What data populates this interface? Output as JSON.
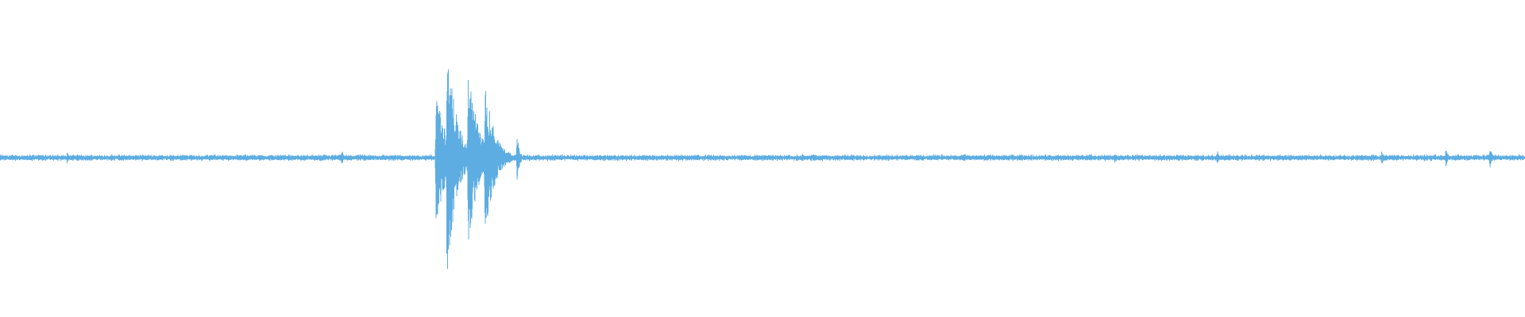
{
  "waveform": {
    "color": "#5DADE2",
    "background": "#FFFFFF",
    "duration_fraction_note_free": true,
    "noise_floor_amplitude": 0.02,
    "bursts": [
      {
        "position": 0.044,
        "amplitude": 0.05
      },
      {
        "position": 0.224,
        "amplitude": 0.07
      },
      {
        "position": 0.286,
        "amplitude": 0.62
      },
      {
        "position": 0.293,
        "amplitude": 1.0
      },
      {
        "position": 0.307,
        "amplitude": 0.78
      },
      {
        "position": 0.318,
        "amplitude": 0.66
      },
      {
        "position": 0.339,
        "amplitude": 0.22
      },
      {
        "position": 0.526,
        "amplitude": 0.05
      },
      {
        "position": 0.632,
        "amplitude": 0.04
      },
      {
        "position": 0.731,
        "amplitude": 0.05
      },
      {
        "position": 0.798,
        "amplitude": 0.07
      },
      {
        "position": 0.906,
        "amplitude": 0.07
      },
      {
        "position": 0.948,
        "amplitude": 0.08
      },
      {
        "position": 0.977,
        "amplitude": 0.1
      }
    ]
  }
}
